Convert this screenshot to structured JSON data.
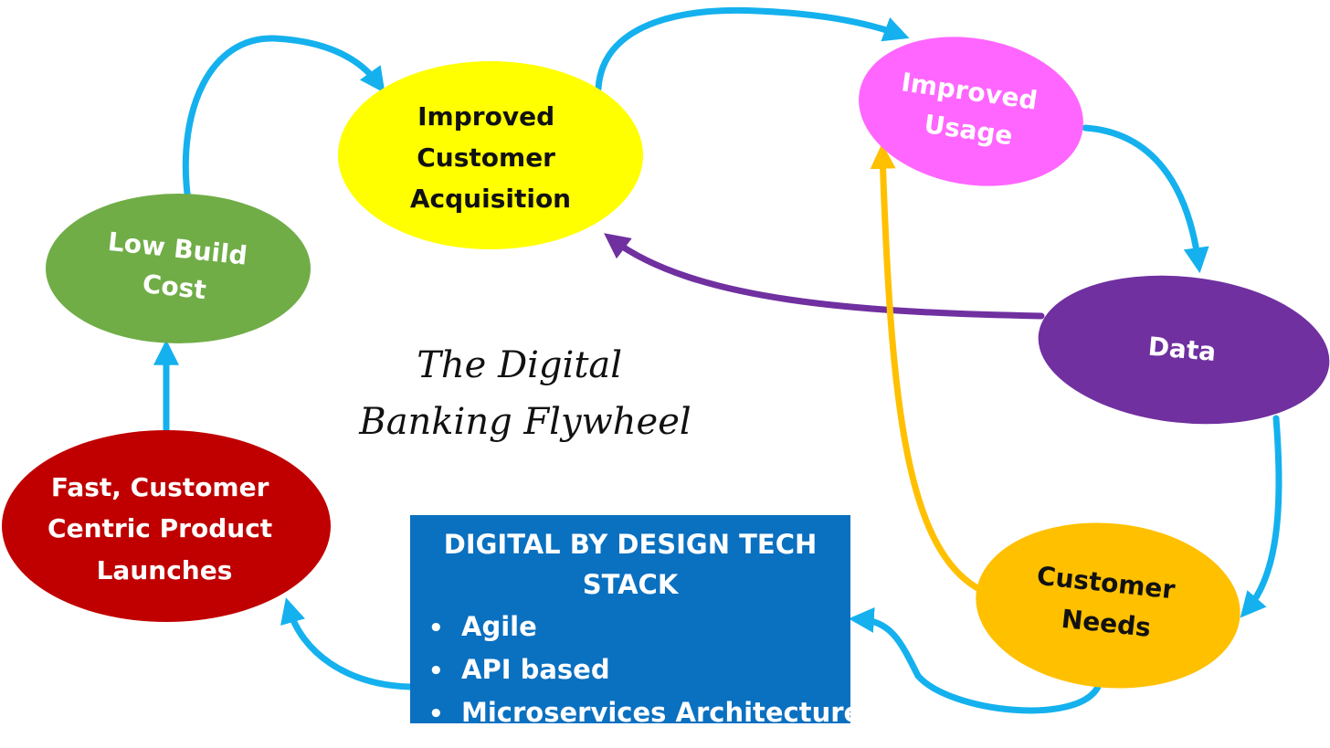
{
  "diagram": {
    "title_lines": [
      "The Digital",
      "Banking Flywheel"
    ],
    "nodes": {
      "acquisition": {
        "lines": [
          "Improved",
          "Customer",
          "Acquisition"
        ],
        "fill": "#ffff00",
        "text_color": "#111111"
      },
      "usage": {
        "lines": [
          "Improved",
          "Usage"
        ],
        "fill": "#ff66ff",
        "text_color": "#ffffff"
      },
      "data": {
        "lines": [
          "Data"
        ],
        "fill": "#7030a0",
        "text_color": "#ffffff"
      },
      "needs": {
        "lines": [
          "Customer",
          "Needs"
        ],
        "fill": "#ffc000",
        "text_color": "#111111"
      },
      "launches": {
        "lines": [
          "Fast, Customer",
          "Centric Product",
          "Launches"
        ],
        "fill": "#c00000",
        "text_color": "#ffffff"
      },
      "cost": {
        "lines": [
          "Low Build",
          "Cost"
        ],
        "fill": "#70ad47",
        "text_color": "#ffffff"
      }
    },
    "arrow_colors": {
      "cycle": "#14b1ee",
      "data_to_acquisition": "#7030a0",
      "needs_to_usage": "#ffc000"
    }
  },
  "tech_stack": {
    "title": "DIGITAL BY DESIGN TECH STACK",
    "bullet": "•",
    "items": [
      "Agile",
      "API based",
      "Microservices Architecture"
    ],
    "fill": "#0a70c0"
  }
}
